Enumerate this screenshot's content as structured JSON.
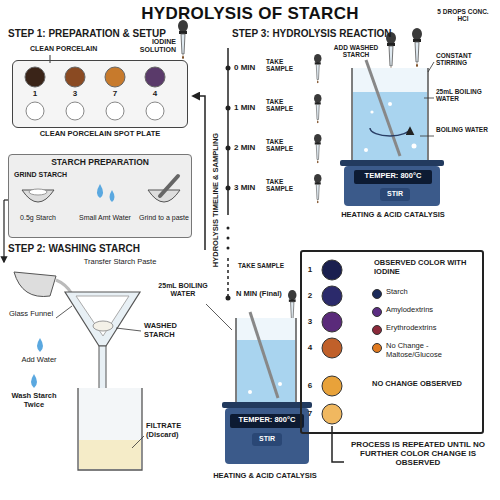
{
  "diagram": {
    "title": "HYDROLYSIS OF STARCH",
    "nodes": [
      {
        "text": [
          "CLEAN PORCELAIN SPOT PLATE"
        ]
      },
      {
        "text": [
          "STARCH PREPARATION"
        ]
      },
      {
        "text": [
          "OBSERVED COLOR WITH IODINE"
        ]
      }
    ],
    "labels": [
      "STEP 1: PREPARATION & SETUP",
      "CLEAN PORCELAIN",
      "IODINE SOLUTION",
      "1",
      "3",
      "7",
      "4",
      "GRIND STARCH",
      "0.5g Starch",
      "Small Amt Water",
      "Grind to a paste",
      "STEP 2: WASHING STARCH",
      "Transfer Starch Paste",
      "Glass Funnel",
      "WASHED STARCH",
      "Add Water",
      "Wash Starch Twice",
      "FILTRATE (Discard)",
      "STEP 3: HYDROLYSIS REACTION",
      "HYDROLYSIS TIMELINE & SAMPLING",
      "0 MIN",
      "TAKE SAMPLE",
      "1 MIN",
      "TAKE SAMPLE",
      "2 MIN",
      "TAKE SAMPLE",
      "3 MIN",
      "TAKE SAMPLE",
      "ADD WASHED STARCH",
      "5 DROPS CONC. HCl",
      "CONSTANT STIRRING",
      "25mL BOILING WATER",
      "BOILING WATER",
      "TEMPER: 800°C",
      "STIR",
      "HEATING & ACID CATALYSIS",
      "25mL BOILING WATER",
      "TAKE SAMPLE",
      "N MIN (Final)",
      "TEMPER: 800°C",
      "STIR",
      "HEATING & ACID CATALYSIS",
      "1",
      "2",
      "3",
      "4",
      "6",
      "7",
      "NO CHANGE OBSERVED",
      "PROCESS IS REPEATED UNTIL NO FURTHER COLOR CHANGE IS OBSERVED"
    ],
    "legend": [
      {
        "text": "Starch",
        "color": "#1b2a5a"
      },
      {
        "text": "Amylodextrins",
        "color": "#5b2d82"
      },
      {
        "text": "Erythrodextrins",
        "color": "#8b2a3a"
      },
      {
        "text": "No Change - Maltose/Glucose",
        "color": "#e07a20"
      }
    ]
  }
}
